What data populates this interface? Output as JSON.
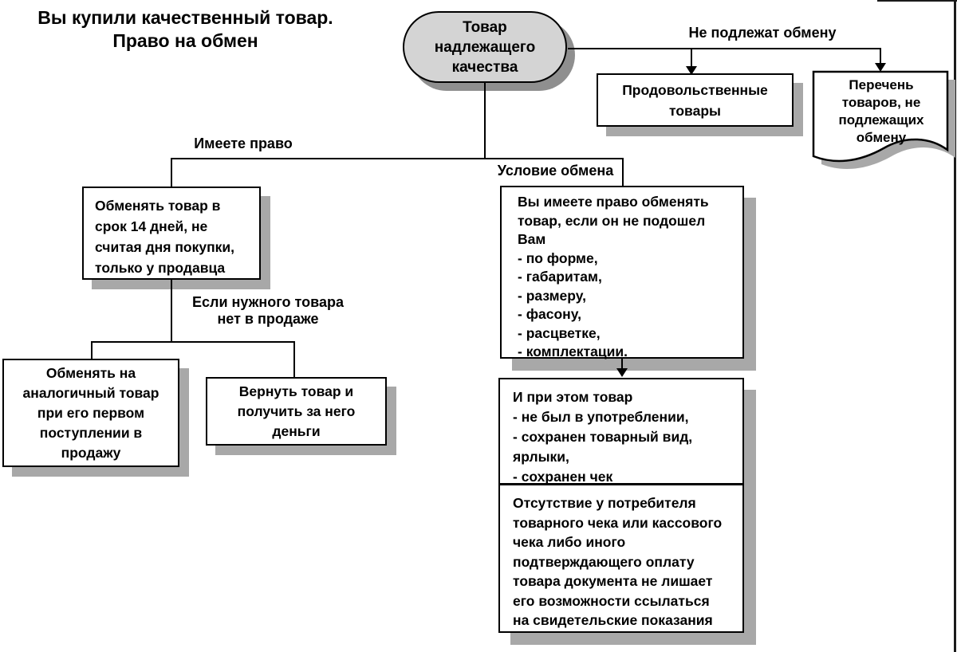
{
  "title": "Вы купили качественный товар.\nПраво на обмен",
  "labels": {
    "not_exchangeable": "Не подлежат обмену",
    "have_right": "Имеете право",
    "exchange_condition": "Условие обмена",
    "if_unavailable": "Если нужного товара\nнет в продаже"
  },
  "nodes": {
    "stadium": "Товар\nнадлежащего\nкачества",
    "food_goods": "Продовольственные\nтовары",
    "doc_list": "Перечень\nтоваров, не\nподлежащих\nобмену",
    "exchange_14_days": "Обменять товар в\nсрок 14 дней, не\nсчитая дня покупки,\nтолько у продавца",
    "exchange_similar": "Обменять на\nаналогичный товар\nпри его первом\nпоступлении в\nпродажу",
    "refund": "Вернуть товар и\nполучить за него\nденьги",
    "exchange_reasons": "Вы имеете право обменять\nтовар,  если он не подошел\nВам\n- по форме,\n- габаритам,\n- размеру,\n- фасону,\n- расцветке,\n- комплектации.",
    "goods_state": "И при этом товар\n- не был в употреблении,\n- сохранен товарный вид,\nярлыки,\n- сохранен чек",
    "no_receipt": "Отсутствие у потребителя\nтоварного чека или кассового\nчека либо иного\nподтверждающего оплату\nтовара документа не лишает\nего возможности ссылаться\nна свидетельские показания"
  },
  "colors": {
    "box_border": "#000000",
    "box_fill": "#ffffff",
    "shadow": "#a8a8a8",
    "stadium_fill": "#d4d4d4",
    "stadium_shadow": "#8f8f8f",
    "text": "#000000"
  }
}
